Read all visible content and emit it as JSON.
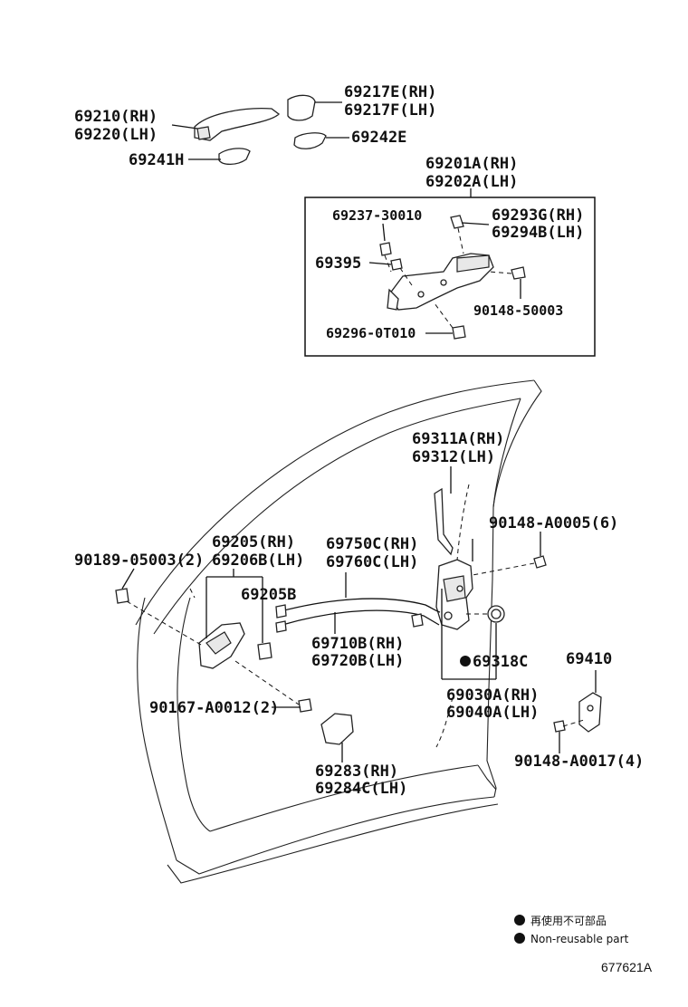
{
  "parts": {
    "p69217E": "69217E(RH)",
    "p69217F": "69217F(LH)",
    "p69210": "69210(RH)",
    "p69220": "69220(LH)",
    "p69242E": "69242E",
    "p69241H": "69241H",
    "p69201A": "69201A(RH)",
    "p69202A": "69202A(LH)",
    "p69237": "69237-30010",
    "p69293G": "69293G(RH)",
    "p69294B": "69294B(LH)",
    "p69395": "69395",
    "p90148_50003": "90148-50003",
    "p69296": "69296-0T010",
    "p69311A": "69311A(RH)",
    "p69312": "69312(LH)",
    "p90148_A0005": "90148-A0005(6)",
    "p69205": "69205(RH)",
    "p69206B": "69206B(LH)",
    "p69750C": "69750C(RH)",
    "p69760C": "69760C(LH)",
    "p90189": "90189-05003(2)",
    "p69205B": "69205B",
    "p69710B": "69710B(RH)",
    "p69720B": "69720B(LH)",
    "p69318C": "69318C",
    "p69410": "69410",
    "p69030A": "69030A(RH)",
    "p69040A": "69040A(LH)",
    "p90167": "90167-A0012(2)",
    "p90148_A0017": "90148-A0017(4)",
    "p69283": "69283(RH)",
    "p69284C": "69284C(LH)"
  },
  "legend": {
    "jp": "再使用不可部品",
    "en": "Non-reusable part",
    "bullet_icon": "filled-circle"
  },
  "diagram_code": "677621A"
}
